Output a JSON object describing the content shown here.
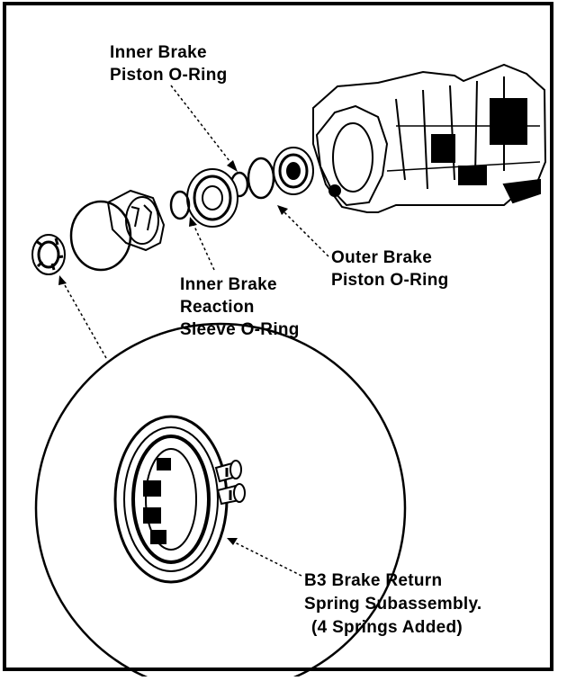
{
  "labels": {
    "inner_piston": [
      "Inner Brake",
      "Piston O-Ring"
    ],
    "outer_piston": [
      "Outer Brake",
      "Piston O-Ring"
    ],
    "inner_reaction": [
      "Inner Brake",
      "Reaction",
      "Sleeve O-Ring"
    ],
    "b3_spring": [
      "B3 Brake Return",
      "Spring Subassembly.",
      "(4 Springs Added)"
    ]
  },
  "colors": {
    "ink": "#000000",
    "paper": "#ffffff"
  }
}
